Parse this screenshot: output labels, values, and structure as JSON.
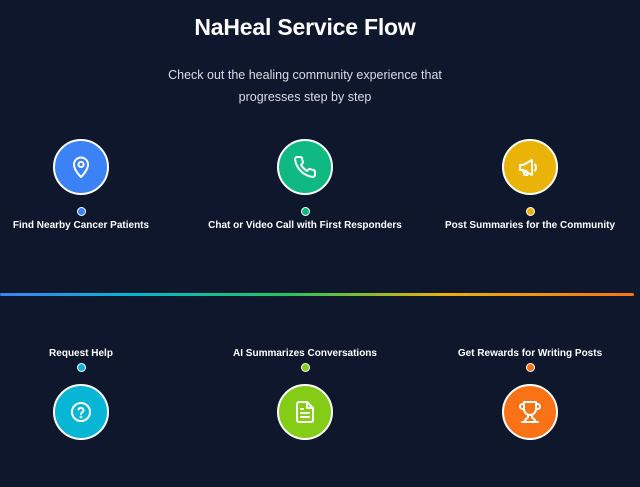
{
  "header": {
    "title": "NaHeal Service Flow",
    "subtitle": "Check out the healing community experience that progresses step by step"
  },
  "steps_top": [
    {
      "label": "Find Nearby Cancer Patients",
      "icon": "map-pin-icon",
      "color": "#3b82f6"
    },
    {
      "label": "Chat or Video Call with First Responders",
      "icon": "phone-icon",
      "color": "#10b981"
    },
    {
      "label": "Post Summaries for the Community",
      "icon": "megaphone-icon",
      "color": "#eab308"
    }
  ],
  "steps_bottom": [
    {
      "label": "Request Help",
      "icon": "help-circle-icon",
      "color": "#06b6d4"
    },
    {
      "label": "AI Summarizes Conversations",
      "icon": "document-icon",
      "color": "#84cc16"
    },
    {
      "label": "Get Rewards for Writing Posts",
      "icon": "trophy-icon",
      "color": "#f97316"
    }
  ],
  "colors": {
    "background": "#0e172b",
    "timeline_gradient": [
      "#3b82f6",
      "#06b6d4",
      "#22c55e",
      "#eab308",
      "#f97316"
    ]
  }
}
